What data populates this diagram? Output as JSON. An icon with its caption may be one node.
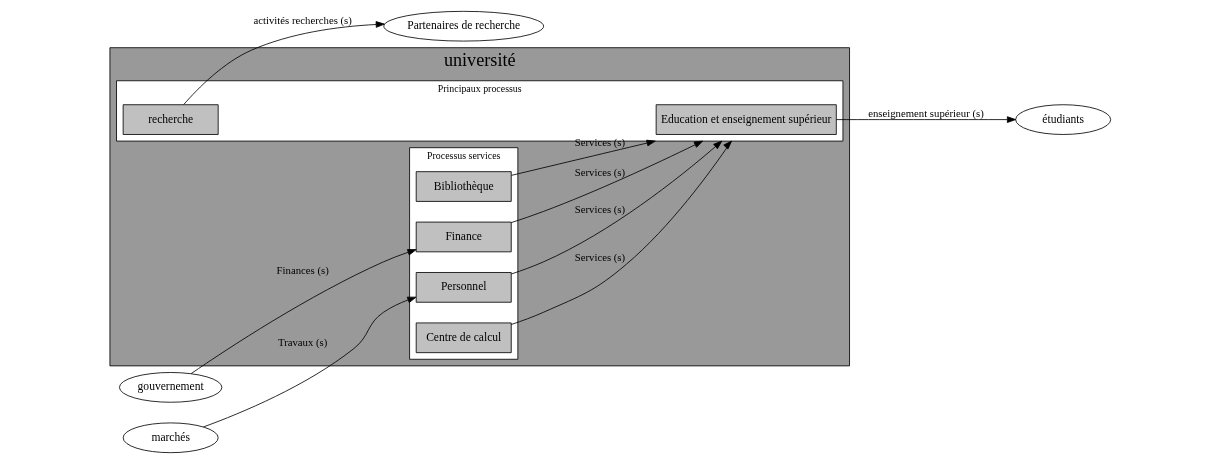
{
  "diagram": {
    "nodes": [
      {
        "text": [
          "université"
        ]
      },
      {
        "text": [
          "Processus services"
        ],
        "in": 0
      },
      {
        "text": [
          "Centre de calcul"
        ],
        "in": 1
      },
      {
        "text": [
          "Finance"
        ],
        "in": 1
      },
      {
        "text": [
          "Personnel"
        ],
        "in": 1
      },
      {
        "text": [
          "Bibliothèque"
        ],
        "in": 1
      },
      {
        "text": [
          "Principaux processus"
        ],
        "in": 0
      },
      {
        "text": [
          "Education et enseignement supérieur"
        ],
        "in": 6
      },
      {
        "text": [
          "recherche"
        ],
        "in": 6
      },
      {
        "text": [
          "gouvernement"
        ]
      },
      {
        "text": [
          "marchés"
        ]
      },
      {
        "text": [
          "étudiants"
        ]
      },
      {
        "text": [
          "Partenaires de recherche"
        ]
      }
    ],
    "edges": [
      {
        "from": 9,
        "to": 3,
        "arrow": "to",
        "label": "Finances (s)"
      },
      {
        "from": 10,
        "to": 4,
        "arrow": "to",
        "label": "Travaux (s)"
      },
      {
        "from": 2,
        "to": 6,
        "arrow": "to",
        "label": "Services (s)"
      },
      {
        "from": 3,
        "to": 6,
        "arrow": "to",
        "label": "Services (s)"
      },
      {
        "from": 4,
        "to": 6,
        "arrow": "to",
        "label": "Services (s)"
      },
      {
        "from": 5,
        "to": 6,
        "arrow": "to",
        "label": "Services (s)"
      },
      {
        "from": 7,
        "to": 11,
        "arrow": "to",
        "label": "enseignement supérieur (s)"
      },
      {
        "from": 8,
        "to": 12,
        "arrow": "to",
        "label": "activités recherches (s)"
      }
    ]
  }
}
